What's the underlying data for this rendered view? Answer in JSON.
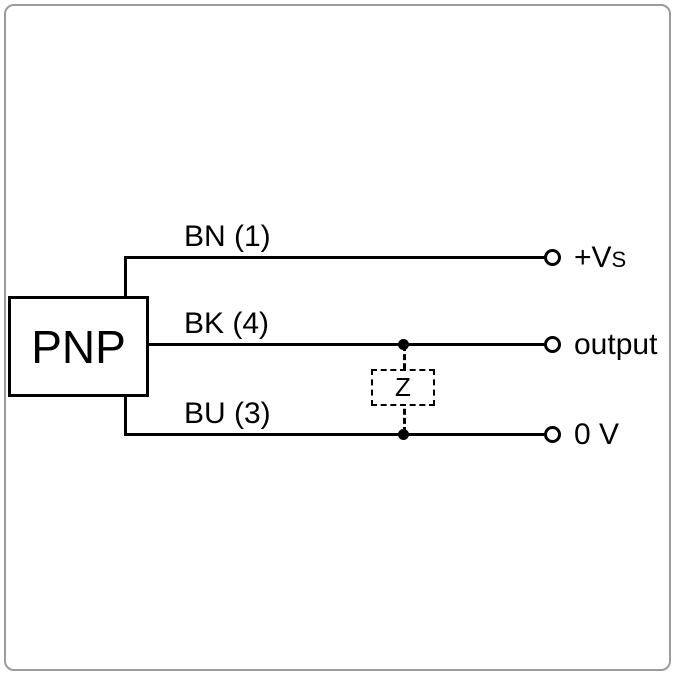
{
  "diagram": {
    "device": {
      "label": "PNP"
    },
    "wires": [
      {
        "name": "BN",
        "pin_label": "BN (1)",
        "terminal_label": "+V",
        "terminal_label_sub": "S"
      },
      {
        "name": "BK",
        "pin_label": "BK (4)",
        "terminal_label": "output",
        "terminal_label_sub": ""
      },
      {
        "name": "BU",
        "pin_label": "BU (3)",
        "terminal_label": "0 V",
        "terminal_label_sub": ""
      }
    ],
    "load": {
      "label": "Z"
    },
    "colors": {
      "line": "#000000",
      "background": "#ffffff",
      "frame_border": "#9c9c9c"
    }
  }
}
